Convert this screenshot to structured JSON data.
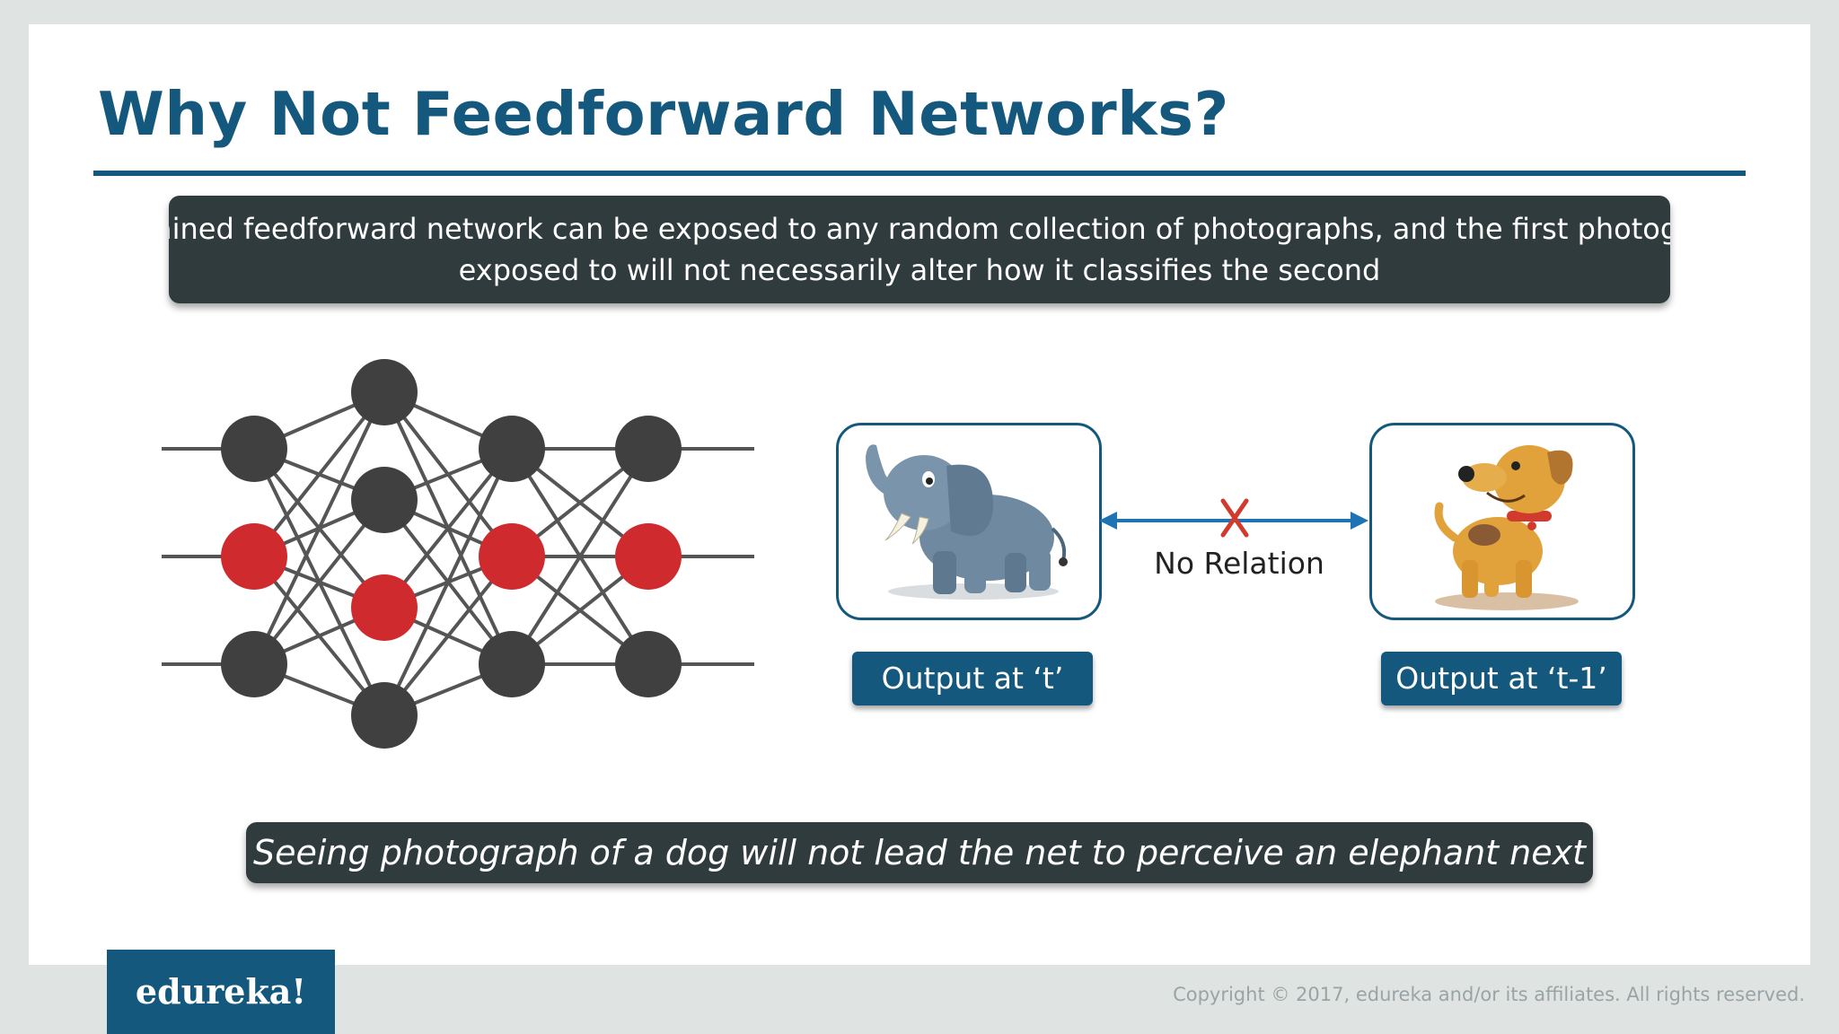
{
  "slide": {
    "title": "Why Not Feedforward Networks?",
    "description_line1": "ained feedforward network can be exposed to any random collection of photographs, and the first photograph",
    "description_line2": "exposed to will not necessarily alter how it classifies the second",
    "comparison": {
      "left_output_label": "Output at ‘t’",
      "right_output_label": "Output at ‘t-1’",
      "relation_label": "No Relation",
      "left_image_icon": "elephant-icon",
      "right_image_icon": "dog-icon",
      "relation_icon": "cross-icon"
    },
    "conclusion": "Seeing photograph of a dog will not lead the net to perceive an elephant next",
    "network_diagram": {
      "layers": [
        [
          "gray",
          "red",
          "gray"
        ],
        [
          "gray",
          "gray",
          "red",
          "gray"
        ],
        [
          "gray",
          "red",
          "gray"
        ],
        [
          "gray",
          "red",
          "gray"
        ]
      ]
    }
  },
  "footer": {
    "logo": "edureka!",
    "copyright": "Copyright © 2017, edureka and/or its affiliates. All rights reserved."
  },
  "colors": {
    "brand_blue": "#14597d",
    "dark_box": "#2f3b3d",
    "node_gray": "#404040",
    "node_red": "#cf2a2e",
    "arrow_blue": "#1e73b4",
    "cross_red": "#d23a2e"
  }
}
